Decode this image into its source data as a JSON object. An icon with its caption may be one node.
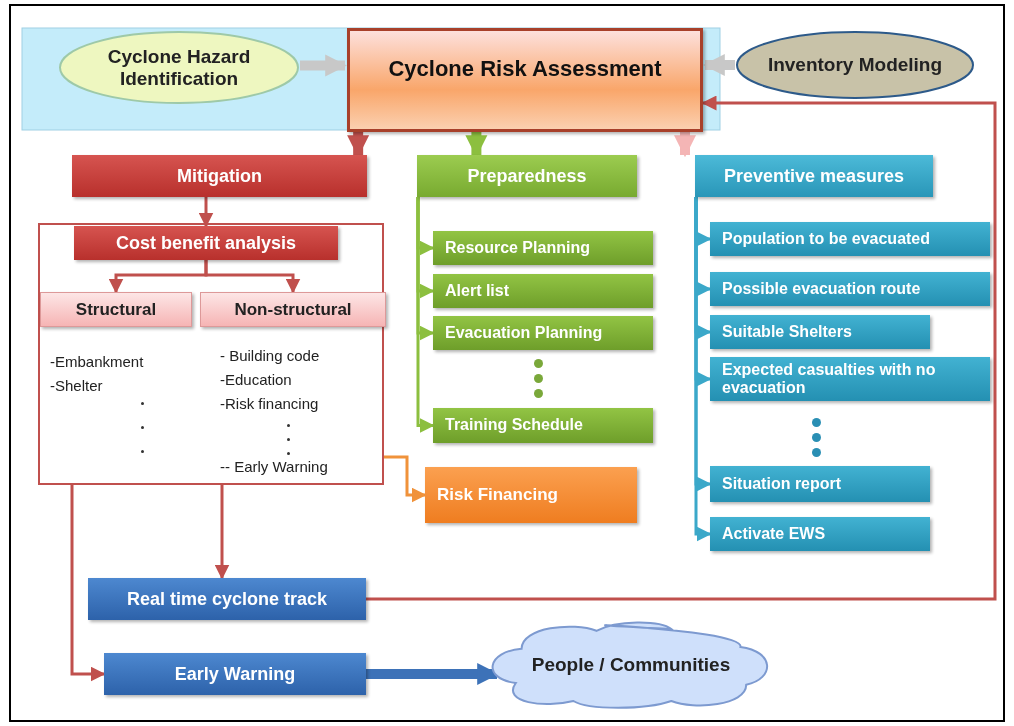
{
  "diagram": {
    "nodes": [
      {
        "text": [
          "Cyclone Hazard Identification"
        ]
      },
      {
        "text": [
          "Cyclone Risk Assessment"
        ]
      },
      {
        "text": [
          "Inventory Modeling"
        ]
      },
      {
        "text": [
          "Mitigation"
        ]
      },
      {
        "text": [],
        "shape": "box"
      },
      {
        "text": [
          "Cost benefit analysis"
        ],
        "in": 4
      },
      {
        "text": [
          "Structural"
        ],
        "in": 4,
        "beside": [
          "-Embankment",
          "-Shelter"
        ]
      },
      {
        "text": [
          "Non-structural"
        ],
        "in": 4,
        "beside": [
          "- Building code",
          "-Education",
          "-Risk financing",
          "-- Early Warning"
        ]
      },
      {
        "text": [
          "Preparedness"
        ]
      },
      {
        "text": [
          "Resource Planning"
        ]
      },
      {
        "text": [
          "Alert list"
        ]
      },
      {
        "text": [
          "Evacuation Planning"
        ]
      },
      {
        "text": [
          "Training Schedule"
        ]
      },
      {
        "text": [
          "Preventive measures"
        ]
      },
      {
        "text": [
          "Population to be evacuated"
        ]
      },
      {
        "text": [
          "Possible evacuation route"
        ]
      },
      {
        "text": [
          "Suitable Shelters"
        ]
      },
      {
        "text": [
          "Expected casualties with no evacuation"
        ]
      },
      {
        "text": [
          "Situation report"
        ]
      },
      {
        "text": [
          "Activate EWS"
        ]
      },
      {
        "text": [
          "Risk Financing"
        ]
      },
      {
        "text": [
          "Real time cyclone track"
        ]
      },
      {
        "text": [
          "Early Warning"
        ]
      },
      {
        "text": [
          "People / Communities"
        ]
      }
    ],
    "edges": [
      {
        "from": 0,
        "to": 1,
        "arrow": "to",
        "style": "thick",
        "color": "#c8c8c8"
      },
      {
        "from": 2,
        "to": 1,
        "arrow": "to",
        "style": "thick",
        "color": "#c8c8c8"
      },
      {
        "from": 1,
        "to": 3,
        "arrow": "to",
        "style": "thick",
        "color": "#c0504d"
      },
      {
        "from": 1,
        "to": 8,
        "arrow": "to",
        "style": "thick",
        "color": "#8cbf3f"
      },
      {
        "from": 1,
        "to": 13,
        "arrow": "to",
        "style": "thick",
        "color": "#f4b5b5"
      },
      {
        "from": 3,
        "to": 5,
        "arrow": "to",
        "color": "#c0504d"
      },
      {
        "from": 5,
        "to": 6,
        "arrow": "to",
        "color": "#c0504d"
      },
      {
        "from": 5,
        "to": 7,
        "arrow": "to",
        "color": "#c0504d"
      },
      {
        "from": 8,
        "to": 9,
        "arrow": "to",
        "color": "#8cbf3f"
      },
      {
        "from": 8,
        "to": 10,
        "arrow": "to",
        "color": "#8cbf3f"
      },
      {
        "from": 8,
        "to": 11,
        "arrow": "to",
        "color": "#8cbf3f"
      },
      {
        "from": 8,
        "to": 12,
        "arrow": "to",
        "color": "#8cbf3f"
      },
      {
        "from": 13,
        "to": 14,
        "arrow": "to",
        "color": "#3ba8c9"
      },
      {
        "from": 13,
        "to": 15,
        "arrow": "to",
        "color": "#3ba8c9"
      },
      {
        "from": 13,
        "to": 16,
        "arrow": "to",
        "color": "#3ba8c9"
      },
      {
        "from": 13,
        "to": 17,
        "arrow": "to",
        "color": "#3ba8c9"
      },
      {
        "from": 13,
        "to": 18,
        "arrow": "to",
        "color": "#3ba8c9"
      },
      {
        "from": 13,
        "to": 19,
        "arrow": "to",
        "color": "#3ba8c9"
      },
      {
        "from": 4,
        "to": 20,
        "arrow": "to",
        "color": "#f0923a"
      },
      {
        "from": 4,
        "to": 21,
        "arrow": "to",
        "color": "#c0504d"
      },
      {
        "from": 4,
        "to": 22,
        "arrow": "to",
        "color": "#c0504d"
      },
      {
        "from": 21,
        "to": 1,
        "arrow": "to",
        "color": "#c0504d"
      },
      {
        "from": 22,
        "to": 23,
        "arrow": "to",
        "style": "thick",
        "color": "#3d72b8"
      }
    ]
  }
}
